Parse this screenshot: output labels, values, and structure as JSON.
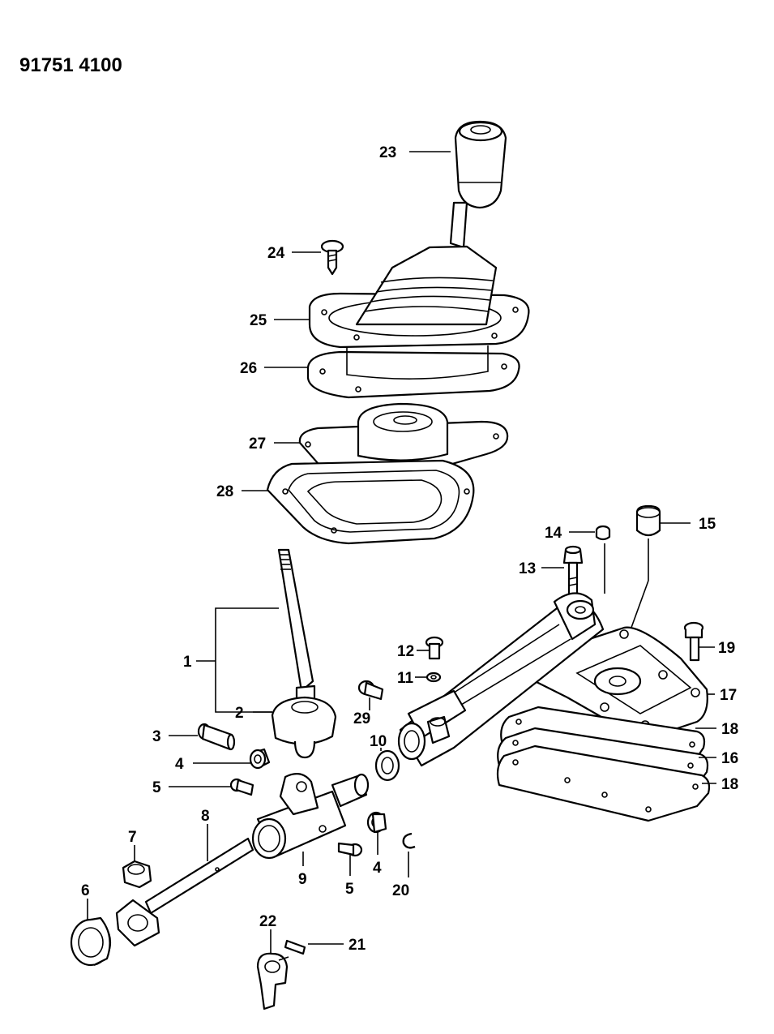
{
  "header": {
    "code": "91751 4100"
  },
  "callouts": {
    "c1": "1",
    "c2": "2",
    "c3": "3",
    "c4a": "4",
    "c4b": "4",
    "c5a": "5",
    "c5b": "5",
    "c6": "6",
    "c7": "7",
    "c8": "8",
    "c9": "9",
    "c10": "10",
    "c11": "11",
    "c12": "12",
    "c13": "13",
    "c14": "14",
    "c15": "15",
    "c16": "16",
    "c17": "17",
    "c18a": "18",
    "c18b": "18",
    "c19": "19",
    "c20": "20",
    "c21": "21",
    "c22": "22",
    "c23": "23",
    "c24": "24",
    "c25": "25",
    "c26": "26",
    "c27": "27",
    "c28": "28",
    "c29": "29"
  }
}
